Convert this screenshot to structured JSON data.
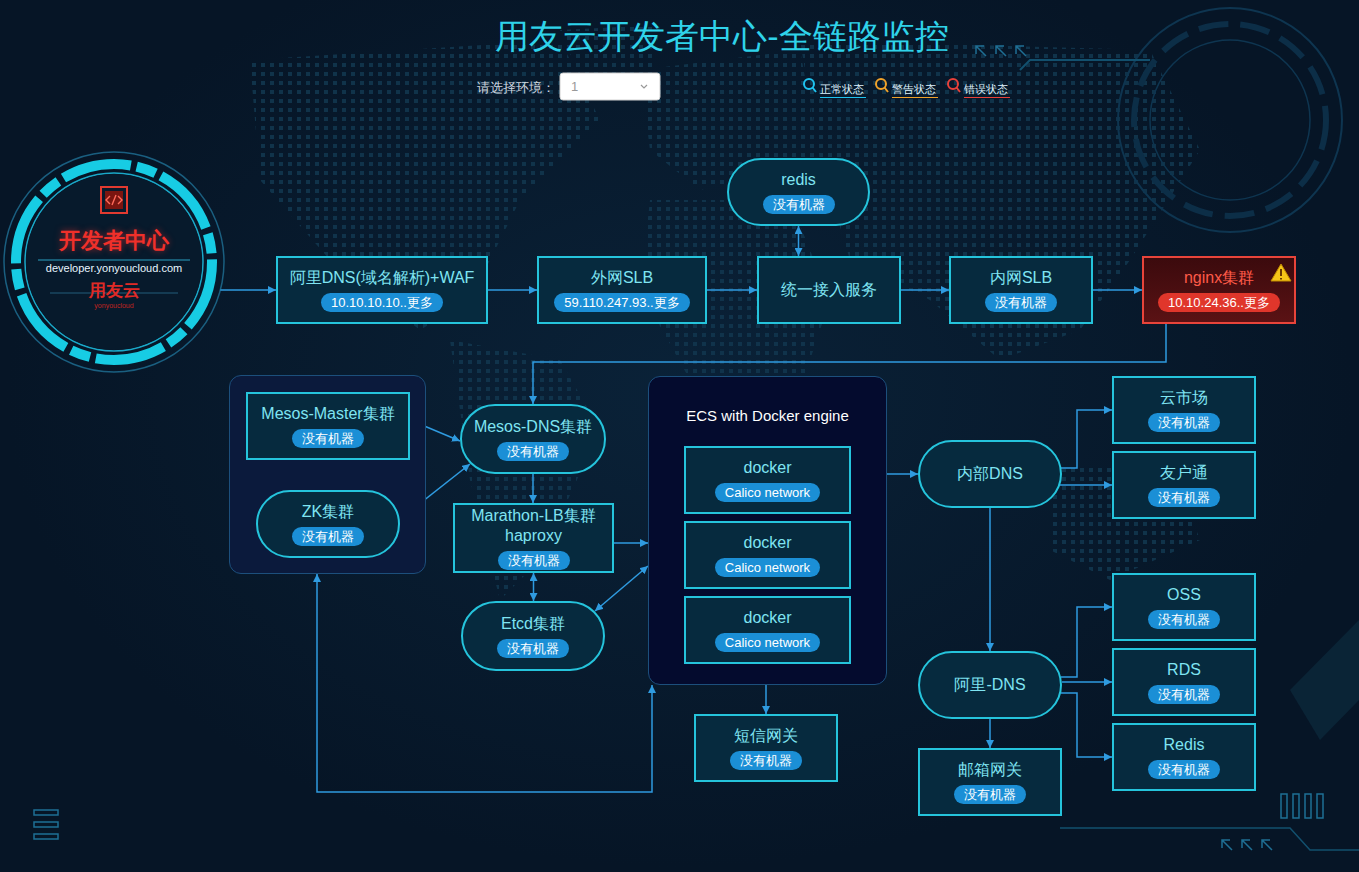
{
  "diagram": {
    "title": "用友云开发者中心-全链路监控",
    "nodes": [
      {
        "text": [
          "开发者中心",
          "developer.yonyoucloud.com",
          "用友云",
          "yonyoucloud"
        ]
      },
      {
        "text": [
          "阿里DNS(域名解析)+WAF",
          "10.10.10.10..更多"
        ]
      },
      {
        "text": [
          "外网SLB",
          "59.110.247.93..更多"
        ]
      },
      {
        "text": [
          "redis",
          "没有机器"
        ]
      },
      {
        "text": [
          "统一接入服务"
        ]
      },
      {
        "text": [
          "内网SLB",
          "没有机器"
        ]
      },
      {
        "text": [
          "nginx集群",
          "10.10.24.36..更多"
        ]
      },
      {
        "text": []
      },
      {
        "text": [
          "Mesos-Master集群",
          "没有机器"
        ],
        "in": 7
      },
      {
        "text": [
          "ZK集群",
          "没有机器"
        ],
        "in": 7
      },
      {
        "text": [
          "Mesos-DNS集群",
          "没有机器"
        ]
      },
      {
        "text": [
          "Marathon-LB集群 haproxy",
          "没有机器"
        ]
      },
      {
        "text": [
          "Etcd集群",
          "没有机器"
        ]
      },
      {
        "text": [
          "ECS with Docker engine"
        ]
      },
      {
        "text": [
          "docker",
          "Calico network"
        ],
        "in": 13
      },
      {
        "text": [
          "docker",
          "Calico network"
        ],
        "in": 13
      },
      {
        "text": [
          "docker",
          "Calico network"
        ],
        "in": 13
      },
      {
        "text": [
          "内部DNS"
        ]
      },
      {
        "text": [
          "云市场",
          "没有机器"
        ]
      },
      {
        "text": [
          "友户通",
          "没有机器"
        ]
      },
      {
        "text": [
          "阿里-DNS"
        ]
      },
      {
        "text": [
          "OSS",
          "没有机器"
        ]
      },
      {
        "text": [
          "RDS",
          "没有机器"
        ]
      },
      {
        "text": [
          "Redis",
          "没有机器"
        ]
      },
      {
        "text": [
          "短信网关",
          "没有机器"
        ]
      },
      {
        "text": [
          "邮箱网关",
          "没有机器"
        ]
      }
    ],
    "edges": [
      {
        "from": 0,
        "to": 1,
        "arrow": "to"
      },
      {
        "from": 1,
        "to": 2,
        "arrow": "to"
      },
      {
        "from": 2,
        "to": 4,
        "arrow": "to"
      },
      {
        "from": 3,
        "to": 4,
        "arrow": "both"
      },
      {
        "from": 4,
        "to": 5,
        "arrow": "to"
      },
      {
        "from": 5,
        "to": 6,
        "arrow": "to"
      },
      {
        "from": 6,
        "to": 10,
        "arrow": "to"
      },
      {
        "from": 8,
        "to": 10,
        "arrow": "both"
      },
      {
        "from": 9,
        "to": 10,
        "arrow": "both"
      },
      {
        "from": 8,
        "to": 9,
        "arrow": "both"
      },
      {
        "from": 10,
        "to": 11,
        "arrow": "to"
      },
      {
        "from": 11,
        "to": 12,
        "arrow": "both"
      },
      {
        "from": 11,
        "to": 13,
        "arrow": "to"
      },
      {
        "from": 12,
        "to": 13,
        "arrow": "both"
      },
      {
        "from": 7,
        "to": 13,
        "arrow": "both"
      },
      {
        "from": 13,
        "to": 24,
        "arrow": "to"
      },
      {
        "from": 13,
        "to": 17,
        "arrow": "to"
      },
      {
        "from": 17,
        "to": 18,
        "arrow": "to"
      },
      {
        "from": 17,
        "to": 19,
        "arrow": "to"
      },
      {
        "from": 17,
        "to": 20,
        "arrow": "to"
      },
      {
        "from": 20,
        "to": 21,
        "arrow": "to"
      },
      {
        "from": 20,
        "to": 22,
        "arrow": "to"
      },
      {
        "from": 20,
        "to": 23,
        "arrow": "to"
      },
      {
        "from": 20,
        "to": 25,
        "arrow": "to"
      }
    ],
    "labels": [
      "请选择环境：",
      "1"
    ],
    "legend": [
      {
        "text": "正常状态",
        "color": "#1fc3ef"
      },
      {
        "text": "警告状态",
        "color": "#f0a22a"
      },
      {
        "text": "错误状态",
        "color": "#e8413a"
      }
    ]
  }
}
